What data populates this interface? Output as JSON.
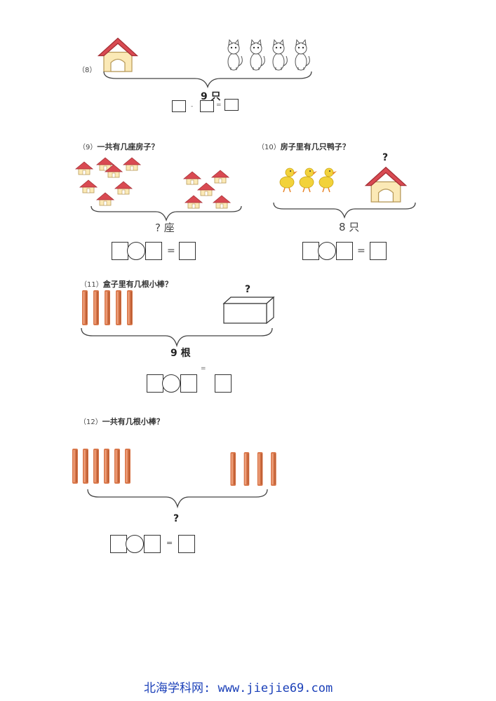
{
  "q8": {
    "number": "（8）",
    "total": "9 只",
    "ops": [
      "-",
      "="
    ]
  },
  "q9": {
    "number": "（9）",
    "question": "一共有几座房子？",
    "total": "? 座",
    "ops": [
      "="
    ]
  },
  "q10": {
    "number": "（10）",
    "question": "房子里有几只鸭子？",
    "mark": "?",
    "total": "8 只",
    "ops": [
      "="
    ]
  },
  "q11": {
    "number": "（11）",
    "question": "盒子里有几根小棒？",
    "mark": "?",
    "total": "9 根",
    "ops": [
      "="
    ]
  },
  "q12": {
    "number": "（12）",
    "question": "一共有几根小棒？",
    "total": "?",
    "ops": [
      "="
    ]
  },
  "footer": {
    "text": "北海学科网: www.jiejie69.com"
  },
  "colors": {
    "house_roof": "#d94a52",
    "house_wall": "#fbe9b6",
    "stick": "#d9774a",
    "duck": "#f2d23a",
    "footer": "#1a3fb8"
  }
}
